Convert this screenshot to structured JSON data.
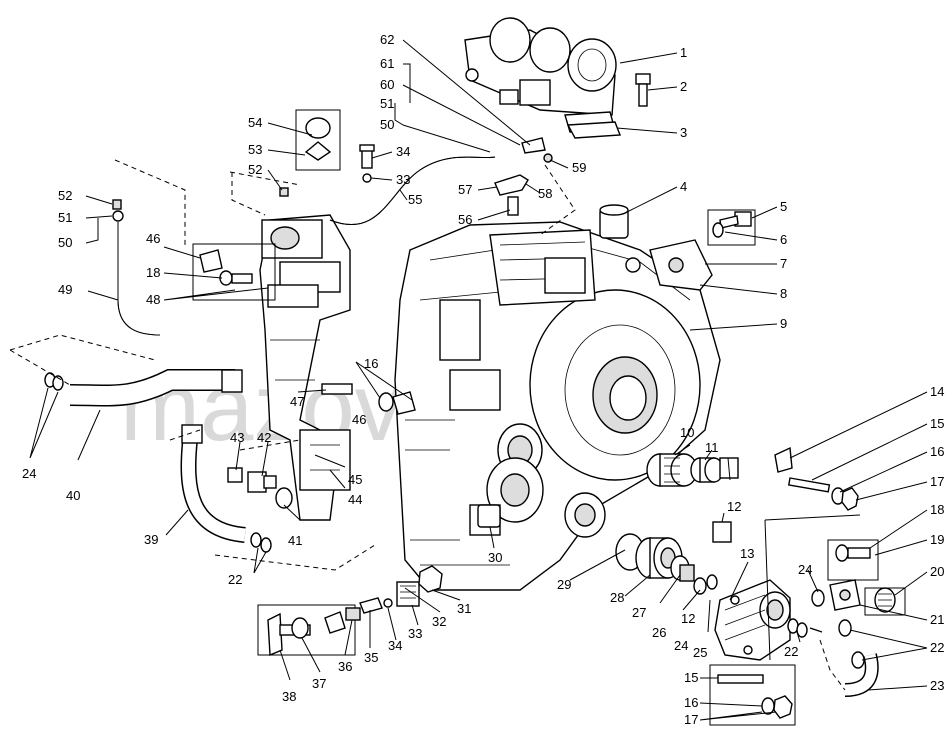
{
  "watermark": "mazovoy",
  "labels": {
    "l1": "1",
    "l2": "2",
    "l3": "3",
    "l4": "4",
    "l5": "5",
    "l6": "6",
    "l7": "7",
    "l8": "8",
    "l9": "9",
    "l10": "10",
    "l11": "11",
    "l12a": "12",
    "l12b": "12",
    "l13": "13",
    "l14": "14",
    "l15a": "15",
    "l15b": "15",
    "l16a": "16",
    "l16b": "16",
    "l16c": "16",
    "l17a": "17",
    "l17b": "17",
    "l18a": "18",
    "l18b": "18",
    "l19": "19",
    "l20": "20",
    "l21": "21",
    "l22a": "22",
    "l22b": "22",
    "l22c": "22",
    "l23": "23",
    "l24a": "24",
    "l24b": "24",
    "l24c": "24",
    "l25": "25",
    "l26": "26",
    "l27": "27",
    "l28": "28",
    "l29": "29",
    "l30": "30",
    "l31": "31",
    "l32": "32",
    "l33a": "33",
    "l33b": "33",
    "l34a": "34",
    "l34b": "34",
    "l35": "35",
    "l36": "36",
    "l37": "37",
    "l38": "38",
    "l39": "39",
    "l40": "40",
    "l41": "41",
    "l42": "42",
    "l43": "43",
    "l44": "44",
    "l45": "45",
    "l46a": "46",
    "l46b": "46",
    "l47": "47",
    "l48": "48",
    "l49": "49",
    "l50a": "50",
    "l50b": "50",
    "l51a": "51",
    "l51b": "51",
    "l52a": "52",
    "l52b": "52",
    "l53": "53",
    "l54": "54",
    "l55": "55",
    "l56": "56",
    "l57": "57",
    "l58": "58",
    "l59": "59",
    "l60": "60",
    "l61": "61",
    "l62": "62"
  }
}
